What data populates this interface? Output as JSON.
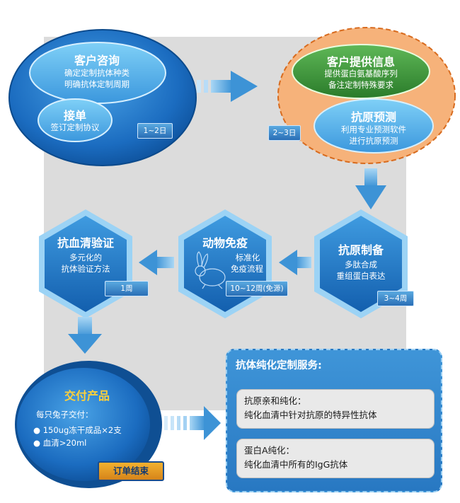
{
  "steps": {
    "consult": {
      "title": "客户咨询",
      "lines": [
        "确定定制抗体种类",
        "明确抗体定制周期"
      ]
    },
    "order": {
      "title": "接单",
      "lines": [
        "签订定制协议"
      ]
    },
    "stage1_days": "1~2日",
    "info": {
      "title": "客户提供信息",
      "lines": [
        "提供蛋白氨基酸序列",
        "备注定制特殊要求"
      ]
    },
    "predict": {
      "title": "抗原预测",
      "lines": [
        "利用专业预测软件",
        "进行抗原预测"
      ]
    },
    "stage2_days": "2~3日",
    "prep": {
      "title": "抗原制备",
      "lines": [
        "多肽合成",
        "重组蛋白表达"
      ],
      "time": "3~4周"
    },
    "immune": {
      "title": "动物免疫",
      "lines": [
        "标准化",
        "免疫流程"
      ],
      "time": "10~12周(免源)"
    },
    "verify": {
      "title": "抗血清验证",
      "lines": [
        "多元化的",
        "抗体验证方法"
      ],
      "time": "1周"
    },
    "deliver": {
      "title": "交付产品",
      "intro": "每只兔子交付：",
      "bullets": [
        "150ug冻干成品×2支",
        "血清>20ml"
      ],
      "end": "订单结束"
    }
  },
  "services": {
    "title": "抗体纯化定制服务:",
    "items": [
      {
        "name": "抗原亲和纯化：",
        "desc": "纯化血清中针对抗原的特异性抗体"
      },
      {
        "name": "蛋白A纯化：",
        "desc": "纯化血清中所有的IgG抗体"
      }
    ]
  },
  "colors": {
    "blue": "#1f6fba",
    "light_blue": "#6fc3f0",
    "orange": "#f5b27a",
    "green": "#3e9a3a",
    "panel": "#dcdcdc"
  }
}
